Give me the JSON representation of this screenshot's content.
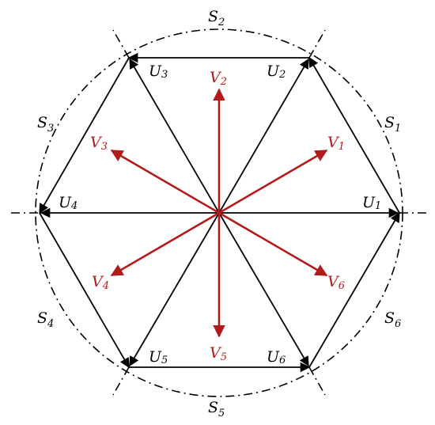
{
  "colors": {
    "black": "#000000",
    "red": "#b31b1b"
  },
  "sectors": [
    {
      "base": "S",
      "sub": "1"
    },
    {
      "base": "S",
      "sub": "2"
    },
    {
      "base": "S",
      "sub": "3"
    },
    {
      "base": "S",
      "sub": "4"
    },
    {
      "base": "S",
      "sub": "5"
    },
    {
      "base": "S",
      "sub": "6"
    }
  ],
  "u_vectors": [
    {
      "base": "U",
      "sub": "1"
    },
    {
      "base": "U",
      "sub": "2"
    },
    {
      "base": "U",
      "sub": "3"
    },
    {
      "base": "U",
      "sub": "4"
    },
    {
      "base": "U",
      "sub": "5"
    },
    {
      "base": "U",
      "sub": "6"
    }
  ],
  "v_vectors": [
    {
      "base": "V",
      "sub": "1"
    },
    {
      "base": "V",
      "sub": "2"
    },
    {
      "base": "V",
      "sub": "3"
    },
    {
      "base": "V",
      "sub": "4"
    },
    {
      "base": "V",
      "sub": "5"
    },
    {
      "base": "V",
      "sub": "6"
    }
  ]
}
